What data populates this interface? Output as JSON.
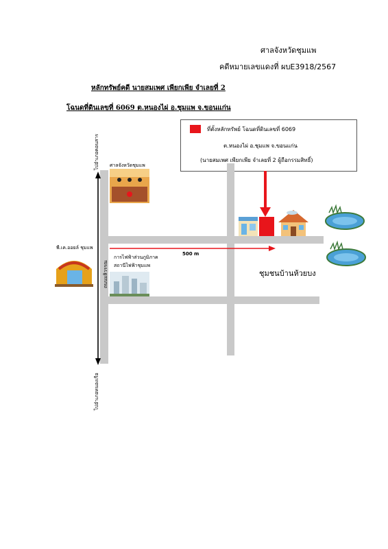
{
  "header": {
    "court": "ศาลจังหวัดชุมแพ",
    "case_number": "คดีหมายเลขแดงที่ ผบE3918/2567"
  },
  "subtitle": {
    "assets": "หลักทรัพย์คดี นายสมเพศ  เพียกเพีย จำเลยที่ 2",
    "deed": "โฉนดที่ดินเลขที่ 6069 ต.หนองไผ่ อ.ชุมแพ จ.ขอนแก่น"
  },
  "legend": {
    "line1": "ที่ตั้งหลักทรัพย์ โฉนดที่ดินเลขที่ 6069",
    "line2": "ต.หนองไผ่ อ.ชุมแพ จ.ขอนแก่น",
    "line3": "(นายสมเพศ  เพียกเพีย จำเลยที่ 2 ผู้ถือกรรมสิทธิ์)",
    "marker_color": "#e8151b"
  },
  "map": {
    "to_north": "ไปอำเภอคอนสาร",
    "to_south": "ไปอำเภอหนองเรือ",
    "court_label": "ศาลจังหวัดชุมแพ",
    "oil_label": "พี.เค.ออยล์ ชุมแพ",
    "road_label": "ถนนมลิวรรณ",
    "pea_label_1": "การไฟฟ้าส่วนภูมิภาค",
    "pea_label_2": "สถานีไฟฟ้าชุมแพ",
    "distance": "500 m",
    "village": "ชุมชนบ้านห้วยบง",
    "road_color": "#c9c9c9",
    "arrow_color": "#e8151b"
  }
}
